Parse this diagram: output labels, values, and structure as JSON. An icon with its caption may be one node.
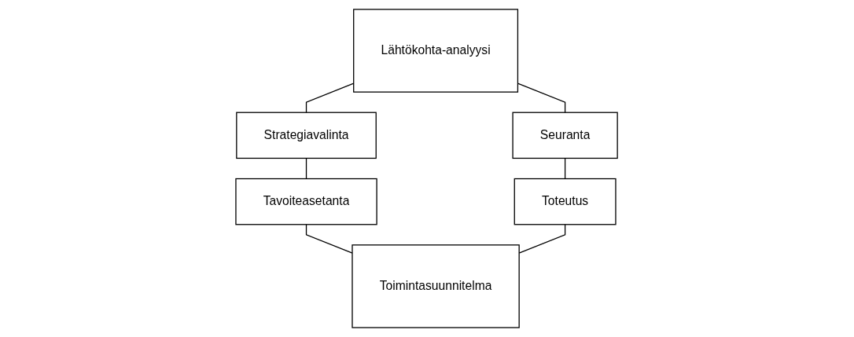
{
  "diagram": {
    "nodes": [
      {
        "text": [
          "Lähtökohta-analyysi"
        ]
      },
      {
        "text": [
          "Seuranta"
        ]
      },
      {
        "text": [
          "Strategiavalinta"
        ]
      },
      {
        "text": [
          "Toteutus"
        ]
      },
      {
        "text": [
          "Tavoiteasetanta"
        ]
      },
      {
        "text": [
          "Toimintasuunnitelma"
        ]
      }
    ],
    "edges": [
      {
        "from": 0,
        "to": 2,
        "arrow": "none"
      },
      {
        "from": 2,
        "to": 4,
        "arrow": "none"
      },
      {
        "from": 4,
        "to": 5,
        "arrow": "none"
      },
      {
        "from": 0,
        "to": 1,
        "arrow": "none"
      },
      {
        "from": 1,
        "to": 3,
        "arrow": "none"
      },
      {
        "from": 3,
        "to": 5,
        "arrow": "none"
      }
    ]
  }
}
